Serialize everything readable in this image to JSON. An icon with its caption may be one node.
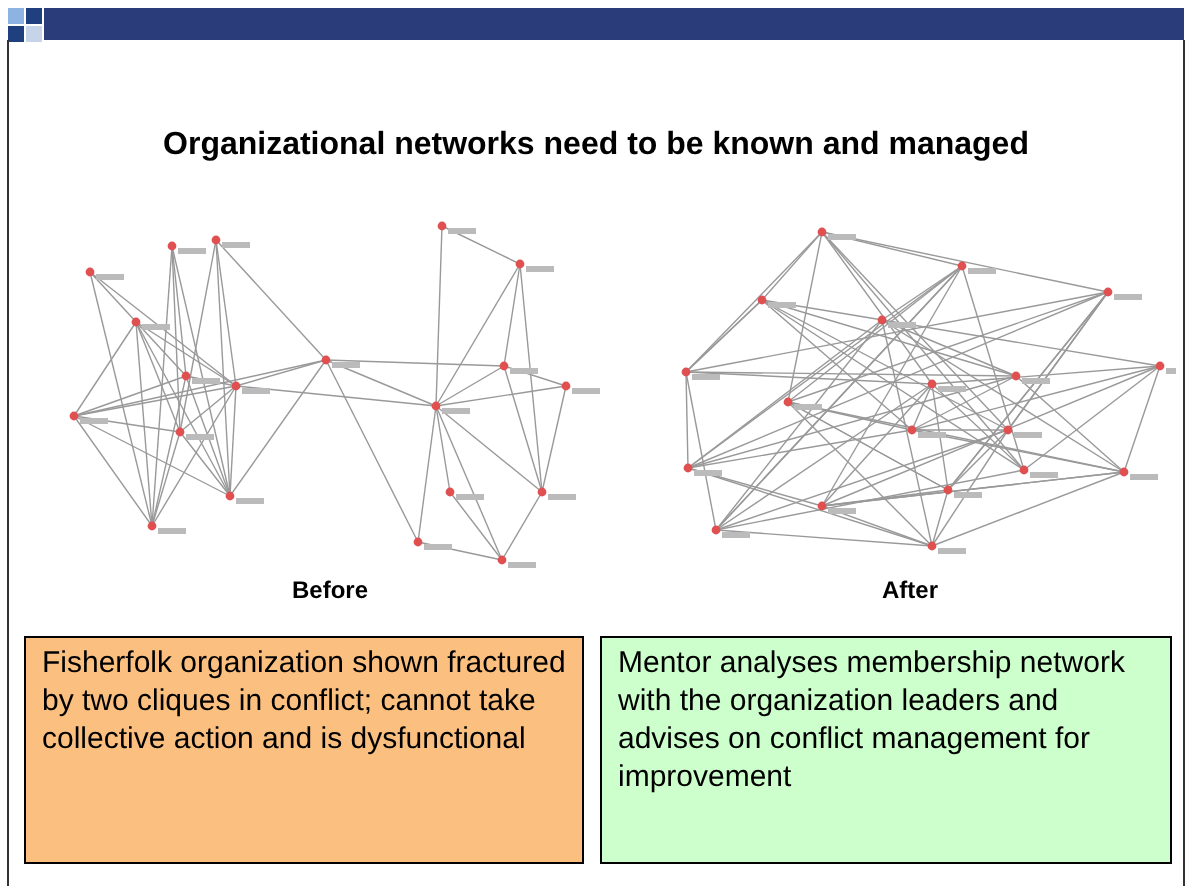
{
  "diagram": {
    "title": "Organizational networks need to be known and managed",
    "nodes": [
      {
        "text": [],
        "shape": "picture",
        "beside": [
          "Before"
        ]
      },
      {
        "text": [],
        "shape": "picture",
        "beside": [
          "After"
        ]
      },
      {
        "text": [
          "Fisherfolk organization shown fractured by two cliques in conflict; cannot take collective action and is dysfunctional"
        ]
      },
      {
        "text": [
          "Mentor analyses membership network with the organization leaders and advises on conflict management for improvement"
        ]
      }
    ]
  }
}
